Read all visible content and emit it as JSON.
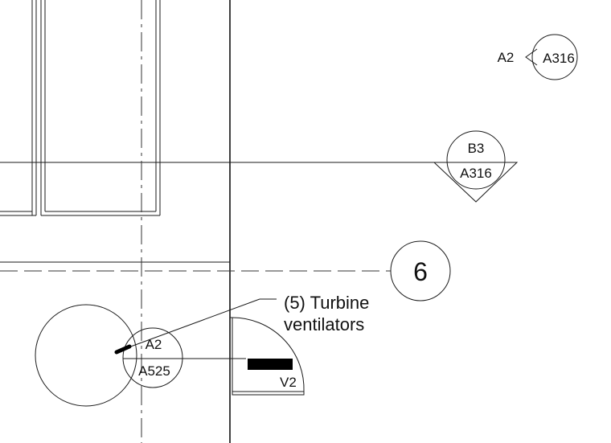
{
  "section_marker_top": {
    "sheet_number": "A316",
    "view_label": "A2"
  },
  "section_marker_mid": {
    "detail_number": "B3",
    "sheet_number": "A316"
  },
  "grid_bubble": {
    "label": "6"
  },
  "detail_callout": {
    "detail_number": "A2",
    "sheet_number": "A525"
  },
  "note": {
    "line1": "(5) Turbine",
    "line2": "ventilators"
  },
  "door_tag": {
    "label": "V2"
  },
  "colors": {
    "line": "#1a1a1a",
    "fill": "#000000",
    "background": "#ffffff"
  }
}
